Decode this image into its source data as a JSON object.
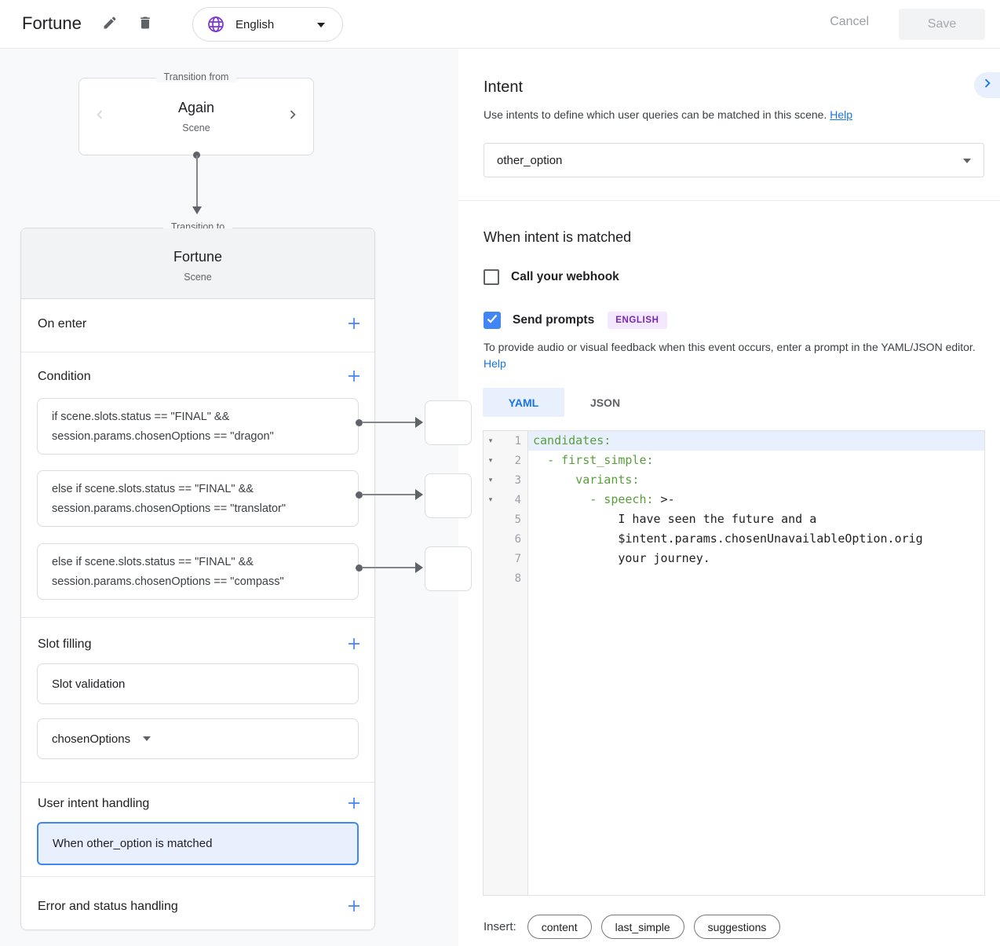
{
  "topbar": {
    "title": "Fortune",
    "language": "English",
    "cancel": "Cancel",
    "save": "Save"
  },
  "graph": {
    "from": {
      "legend": "Transition from",
      "name": "Again",
      "type": "Scene"
    },
    "to": {
      "legend": "Transition to",
      "name": "Fortune",
      "type": "Scene"
    }
  },
  "scene": {
    "on_enter": {
      "label": "On enter"
    },
    "condition": {
      "label": "Condition",
      "items": [
        {
          "line1": "if scene.slots.status == \"FINAL\" &&",
          "line2": "session.params.chosenOptions == \"dragon\""
        },
        {
          "line1": "else if scene.slots.status == \"FINAL\" &&",
          "line2": "session.params.chosenOptions == \"translator\""
        },
        {
          "line1": "else if scene.slots.status == \"FINAL\" &&",
          "line2": "session.params.chosenOptions == \"compass\""
        }
      ]
    },
    "slot_filling": {
      "label": "Slot filling",
      "validation": "Slot validation",
      "slot": "chosenOptions"
    },
    "user_intent": {
      "label": "User intent handling",
      "selected": "When other_option is matched"
    },
    "error": {
      "label": "Error and status handling"
    }
  },
  "intent": {
    "heading": "Intent",
    "description": "Use intents to define which user queries can be matched in this scene.",
    "help": "Help",
    "selected": "other_option"
  },
  "matched": {
    "heading": "When intent is matched",
    "webhook": "Call your webhook",
    "send_prompts": "Send prompts",
    "badge": "ENGLISH",
    "description": "To provide audio or visual feedback when this event occurs, enter a prompt in the YAML/JSON editor.",
    "help": "Help"
  },
  "editor": {
    "tabs": [
      "YAML",
      "JSON"
    ],
    "active_tab": "YAML",
    "lines": [
      {
        "num": "1",
        "fold": true,
        "highlight": true,
        "segments": [
          {
            "text": "candidates:",
            "type": "key"
          }
        ]
      },
      {
        "num": "2",
        "fold": true,
        "segments": [
          {
            "text": "  ",
            "type": "plain"
          },
          {
            "text": "- first_simple:",
            "type": "key"
          }
        ]
      },
      {
        "num": "3",
        "fold": true,
        "segments": [
          {
            "text": "      ",
            "type": "plain"
          },
          {
            "text": "variants:",
            "type": "key"
          }
        ]
      },
      {
        "num": "4",
        "fold": true,
        "segments": [
          {
            "text": "        ",
            "type": "plain"
          },
          {
            "text": "- speech:",
            "type": "key"
          },
          {
            "text": " >-",
            "type": "plain"
          }
        ]
      },
      {
        "num": "5",
        "segments": [
          {
            "text": "            I have seen the future and a",
            "type": "plain"
          }
        ]
      },
      {
        "num": "6",
        "segments": [
          {
            "text": "            $intent.params.chosenUnavailableOption.orig",
            "type": "plain"
          }
        ]
      },
      {
        "num": "7",
        "segments": [
          {
            "text": "            your journey.",
            "type": "plain"
          }
        ]
      },
      {
        "num": "8",
        "segments": []
      }
    ]
  },
  "insert": {
    "label": "Insert:",
    "chips": [
      "content",
      "last_simple",
      "suggestions"
    ]
  },
  "colors": {
    "accent_blue": "#1a73e8",
    "control_blue": "#4285f4",
    "selected_bg": "#e8f0fe",
    "purple": "#7c35d6",
    "badge_bg": "#f3e8fd",
    "badge_text": "#7627bb",
    "yaml_green": "#5a9e3c",
    "canvas_gray": "#f8f9fa",
    "header_gray": "#f1f3f4",
    "border_gray": "#dadce0"
  }
}
